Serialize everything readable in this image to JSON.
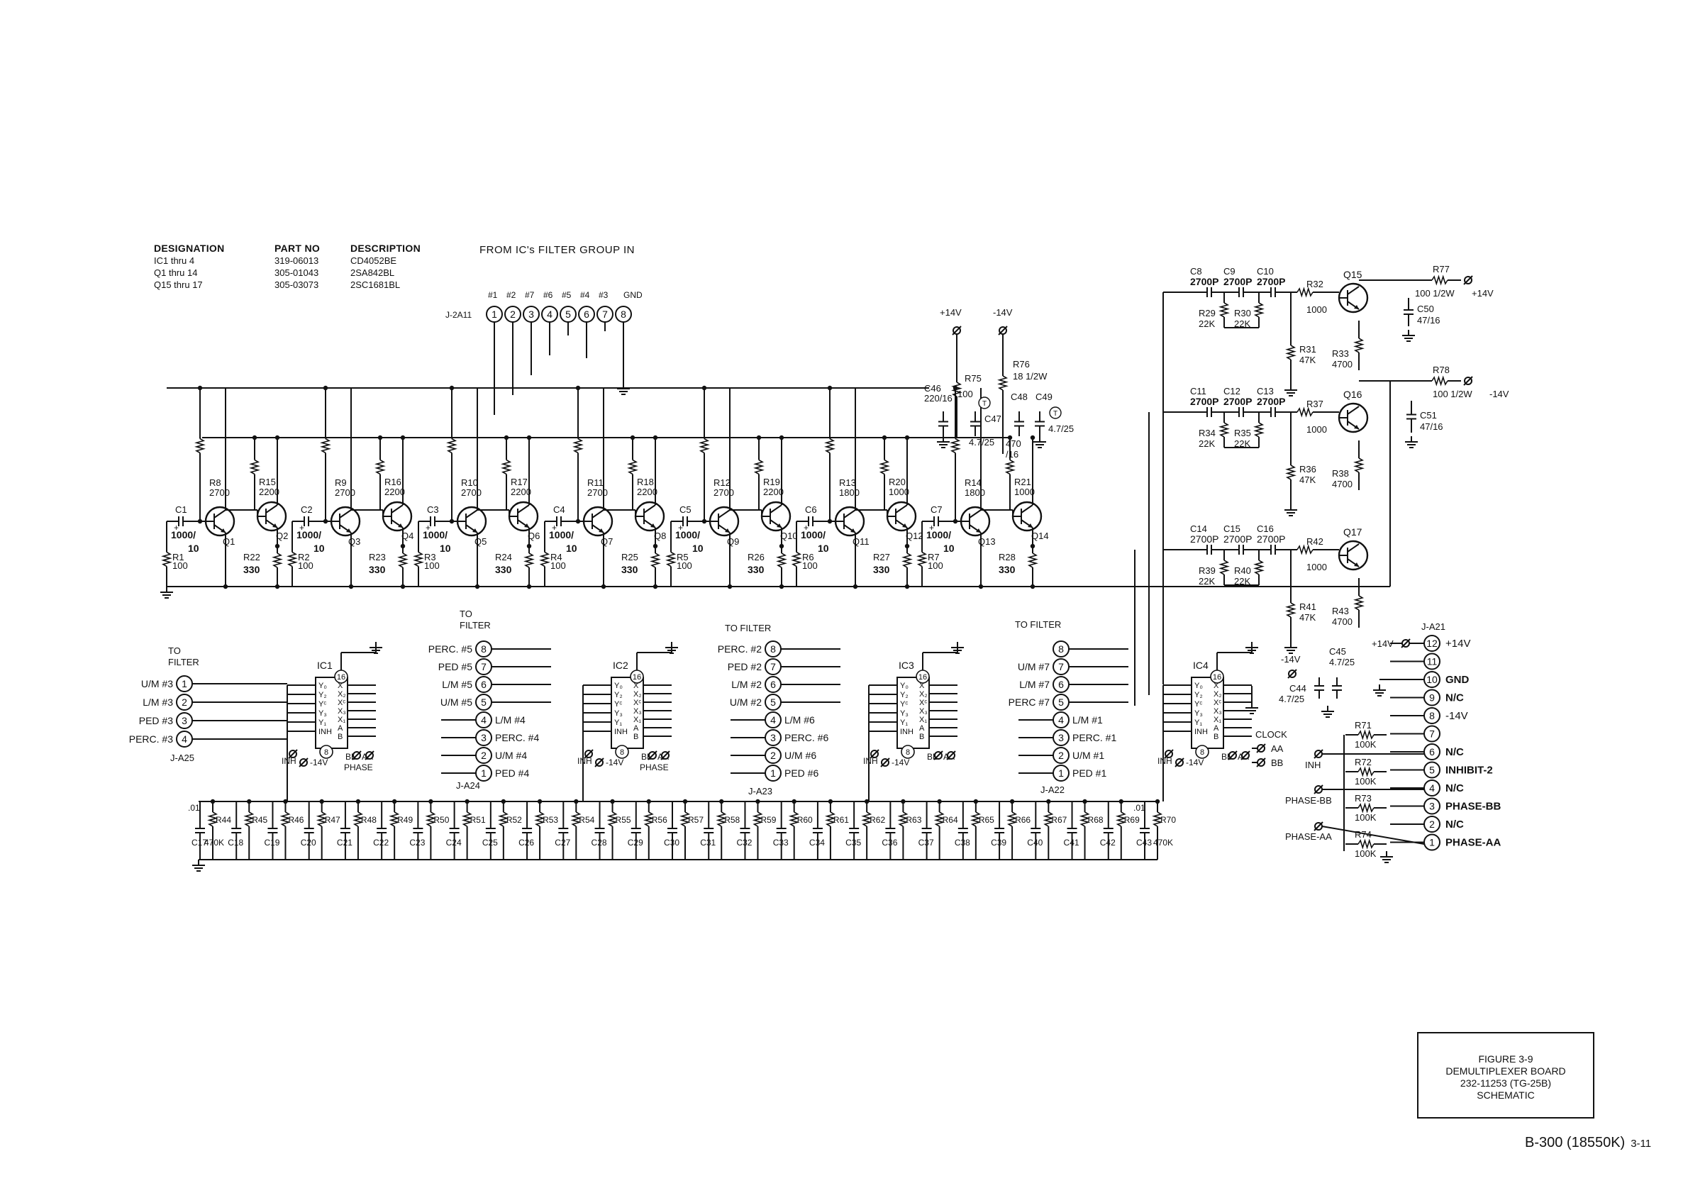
{
  "designation_table": {
    "headers": [
      "DESIGNATION",
      "PART NO",
      "DESCRIPTION"
    ],
    "rows": [
      [
        "IC1 thru 4",
        "319-06013",
        "CD4052BE"
      ],
      [
        "Q1 thru 14",
        "305-01043",
        "2SA842BL"
      ],
      [
        "Q15 thru 17",
        "305-03073",
        "2SC1681BL"
      ]
    ]
  },
  "header_label": "FROM IC's FILTER GROUP IN",
  "connector_ja11": {
    "name": "J-2A11",
    "pin_labels": [
      "#1",
      "#2",
      "#7",
      "#6",
      "#5",
      "#4",
      "#3",
      "GND"
    ],
    "pins": [
      "1",
      "2",
      "3",
      "4",
      "5",
      "6",
      "7",
      "8"
    ]
  },
  "supplies": {
    "plus": "+14V",
    "minus": "-14V"
  },
  "stages": [
    {
      "cap": "C1",
      "capv": "1000/",
      "capv2": "10",
      "rb": "R8",
      "rbv": "2700",
      "rc": "R15",
      "rcv": "2200",
      "qa": "Q1",
      "qb": "Q2",
      "rl": "R1",
      "rlv": "100",
      "re": "R22",
      "rev": "330"
    },
    {
      "cap": "C2",
      "capv": "1000/",
      "capv2": "10",
      "rb": "R9",
      "rbv": "2700",
      "rc": "R16",
      "rcv": "2200",
      "qa": "Q3",
      "qb": "Q4",
      "rl": "R2",
      "rlv": "100",
      "re": "R23",
      "rev": "330"
    },
    {
      "cap": "C3",
      "capv": "1000/",
      "capv2": "10",
      "rb": "R10",
      "rbv": "2700",
      "rc": "R17",
      "rcv": "2200",
      "qa": "Q5",
      "qb": "Q6",
      "rl": "R3",
      "rlv": "100",
      "re": "R24",
      "rev": "330"
    },
    {
      "cap": "C4",
      "capv": "1000/",
      "capv2": "10",
      "rb": "R11",
      "rbv": "2700",
      "rc": "R18",
      "rcv": "2200",
      "qa": "Q7",
      "qb": "Q8",
      "rl": "R4",
      "rlv": "100",
      "re": "R25",
      "rev": "330"
    },
    {
      "cap": "C5",
      "capv": "1000/",
      "capv2": "10",
      "rb": "R12",
      "rbv": "2700",
      "rc": "R19",
      "rcv": "2200",
      "qa": "Q9",
      "qb": "Q10",
      "rl": "R5",
      "rlv": "100",
      "re": "R26",
      "rev": "330"
    },
    {
      "cap": "C6",
      "capv": "1000/",
      "capv2": "10",
      "rb": "R13",
      "rbv": "1800",
      "rc": "R20",
      "rcv": "1000",
      "qa": "Q11",
      "qb": "Q12",
      "rl": "R6",
      "rlv": "100",
      "re": "R27",
      "rev": "330"
    },
    {
      "cap": "C7",
      "capv": "1000/",
      "capv2": "10",
      "rb": "R14",
      "rbv": "1800",
      "rc": "R21",
      "rcv": "1000",
      "qa": "Q13",
      "qb": "Q14",
      "rl": "R7",
      "rlv": "100",
      "re": "R28",
      "rev": "330"
    }
  ],
  "supply_parts": {
    "c46": "C46",
    "c46v": "220/16",
    "r75": "R75",
    "r75v": "100",
    "c47": "C47",
    "c47v": "4.7/25",
    "r76": "R76",
    "r76v": "18 1/2W",
    "c48": "C48",
    "c48v1": "470",
    "c48v2": "/16",
    "c49": "C49",
    "c49v": "4.7/25",
    "t": "T"
  },
  "ics": [
    {
      "name": "IC1",
      "connector": "J-A25",
      "pin16": "16",
      "pin8": "8",
      "minus": "-14V",
      "inh": "INH",
      "bb": "BB",
      "aa": "AA",
      "phase": "PHASE",
      "to_filter": [
        "TO",
        "FILTER"
      ]
    },
    {
      "name": "IC2",
      "connector": "J-A24",
      "pin16": "16",
      "pin8": "8",
      "minus": "-14V",
      "inh": "INH",
      "bb": "BB",
      "aa": "AA",
      "phase": "PHASE",
      "to_filter": [
        "TO",
        "FILTER"
      ]
    },
    {
      "name": "IC3",
      "connector": "J-A23",
      "pin16": "16",
      "pin8": "8",
      "minus": "-14V",
      "inh": "INH",
      "bb": "BB",
      "aa": "AA",
      "phase": "",
      "to_filter": [
        "TO FILTER",
        ""
      ]
    },
    {
      "name": "IC4",
      "connector": "J-A22",
      "pin16": "16",
      "pin8": "8",
      "minus": "-14V",
      "inh": "INH",
      "bb": "BB",
      "aa": "AA",
      "phase": "",
      "to_filter": [
        "TO FILTER",
        ""
      ]
    }
  ],
  "ic_pins": [
    "Y0",
    "Y2",
    "Yc",
    "Y3",
    "Y1",
    "INH",
    "X",
    "X2",
    "Xc",
    "X3",
    "X1",
    "A",
    "B"
  ],
  "ja25": [
    {
      "label": "U/M #3",
      "pin": "1"
    },
    {
      "label": "L/M #3",
      "pin": "2"
    },
    {
      "label": "PED #3",
      "pin": "3"
    },
    {
      "label": "PERC. #3",
      "pin": "4"
    }
  ],
  "ja24_left": [
    {
      "label": "PERC. #5",
      "pin": "8"
    },
    {
      "label": "PED #5",
      "pin": "7"
    },
    {
      "label": "L/M #5",
      "pin": "6"
    },
    {
      "label": "U/M #5",
      "pin": "5"
    }
  ],
  "ja24_right": [
    {
      "label": "L/M #4",
      "pin": "4"
    },
    {
      "label": "PERC. #4",
      "pin": "3"
    },
    {
      "label": "U/M #4",
      "pin": "2"
    },
    {
      "label": "PED #4",
      "pin": "1"
    }
  ],
  "ja23_left": [
    {
      "label": "PERC. #2",
      "pin": "8"
    },
    {
      "label": "PED #2",
      "pin": "7"
    },
    {
      "label": "L/M #2",
      "pin": "6"
    },
    {
      "label": "U/M #2",
      "pin": "5"
    }
  ],
  "ja23_right": [
    {
      "label": "L/M #6",
      "pin": "4"
    },
    {
      "label": "PERC. #6",
      "pin": "3"
    },
    {
      "label": "U/M #6",
      "pin": "2"
    },
    {
      "label": "PED #6",
      "pin": "1"
    }
  ],
  "ja22_left": [
    {
      "label": "",
      "pin": "8"
    },
    {
      "label": "U/M #7",
      "pin": "7"
    },
    {
      "label": "L/M #7",
      "pin": "6"
    },
    {
      "label": "PERC #7",
      "pin": "5"
    }
  ],
  "ja22_right": [
    {
      "label": "L/M #1",
      "pin": "4"
    },
    {
      "label": "PERC. #1",
      "pin": "3"
    },
    {
      "label": "U/M #1",
      "pin": "2"
    },
    {
      "label": "PED #1",
      "pin": "1"
    }
  ],
  "ic4_extras": {
    "clock": "CLOCK",
    "aa": "AA",
    "bb": "BB",
    "minus": "-14V",
    "inh": "INH"
  },
  "bottom_resistors": [
    "R44",
    "R45",
    "R46",
    "R47",
    "R48",
    "R49",
    "R50",
    "R51",
    "R52",
    "R53",
    "R54",
    "R55",
    "R56",
    "R57",
    "R58",
    "R59",
    "R60",
    "R61",
    "R62",
    "R63",
    "R64",
    "R65",
    "R66",
    "R67",
    "R68",
    "R69",
    "R70"
  ],
  "bottom_caps": [
    "C17",
    "C18",
    "C19",
    "C20",
    "C21",
    "C22",
    "C23",
    "C24",
    "C25",
    "C26",
    "C27",
    "C28",
    "C29",
    "C30",
    "C31",
    "C32",
    "C33",
    "C34",
    "C35",
    "C36",
    "C37",
    "C38",
    "C39",
    "C40",
    "C41",
    "C42",
    "C43"
  ],
  "bottom_extra": {
    "c17v": ".01",
    "r44v": "470K",
    "c43v": ".01",
    "r70v": "470K"
  },
  "output_stages": [
    {
      "c1": "C8",
      "c1v": "2700P",
      "c2": "C9",
      "c2v": "2700P",
      "c3": "C10",
      "c3v": "2700P",
      "r": "R32",
      "rv": "1000",
      "q": "Q15",
      "ra": "R29",
      "rav": "22K",
      "rb": "R30",
      "rbv": "22K",
      "rc": "R31",
      "rcv": "47K",
      "rd": "R33",
      "rdv": "4700"
    },
    {
      "c1": "C11",
      "c1v": "2700P",
      "c2": "C12",
      "c2v": "2700P",
      "c3": "C13",
      "c3v": "2700P",
      "r": "R37",
      "rv": "1000",
      "q": "Q16",
      "ra": "R34",
      "rav": "22K",
      "rb": "R35",
      "rbv": "22K",
      "rc": "R36",
      "rcv": "47K",
      "rd": "R38",
      "rdv": "4700"
    },
    {
      "c1": "C14",
      "c1v": "2700P",
      "c2": "C15",
      "c2v": "2700P",
      "c3": "C16",
      "c3v": "2700P",
      "r": "R42",
      "rv": "1000",
      "q": "Q17",
      "ra": "R39",
      "rav": "22K",
      "rb": "R40",
      "rbv": "22K",
      "rc": "R41",
      "rcv": "47K",
      "rd": "R43",
      "rdv": "4700"
    }
  ],
  "out_supply": {
    "r77": "R77",
    "r77v": "100 1/2W",
    "plus": "+14V",
    "c50": "C50",
    "c50v": "47/16",
    "r78": "R78",
    "r78v": "100 1/2W",
    "minus": "-14V",
    "c51": "C51",
    "c51v": "47/16"
  },
  "ja21": {
    "name": "J-A21",
    "pins": [
      {
        "pin": "12",
        "label": "+14V"
      },
      {
        "pin": "11",
        "label": ""
      },
      {
        "pin": "10",
        "label": "GND"
      },
      {
        "pin": "9",
        "label": "N/C"
      },
      {
        "pin": "8",
        "label": "-14V"
      },
      {
        "pin": "7",
        "label": ""
      },
      {
        "pin": "6",
        "label": "N/C"
      },
      {
        "pin": "5",
        "label": "INHIBIT-2"
      },
      {
        "pin": "4",
        "label": "N/C"
      },
      {
        "pin": "3",
        "label": "PHASE-BB"
      },
      {
        "pin": "2",
        "label": "N/C"
      },
      {
        "pin": "1",
        "label": "PHASE-AA"
      }
    ],
    "plus_in": "+14V",
    "minus_in": "-14V",
    "c44": "C44",
    "c44v": "4.7/25",
    "c45": "C45",
    "c45v": "4.7/25",
    "r71": "R71",
    "r71v": "100K",
    "r72": "R72",
    "r72v": "100K",
    "r73": "R73",
    "r73v": "100K",
    "r74": "R74",
    "r74v": "100K",
    "inh": "INH",
    "phasebb": "PHASE-BB",
    "phaseaa": "PHASE-AA"
  },
  "caption": [
    "FIGURE 3-9",
    "DEMULTIPLEXER BOARD",
    "232-11253 (TG-25B)",
    "SCHEMATIC"
  ],
  "page_ref": "B-300 (18550K)",
  "page_num": "3-11"
}
